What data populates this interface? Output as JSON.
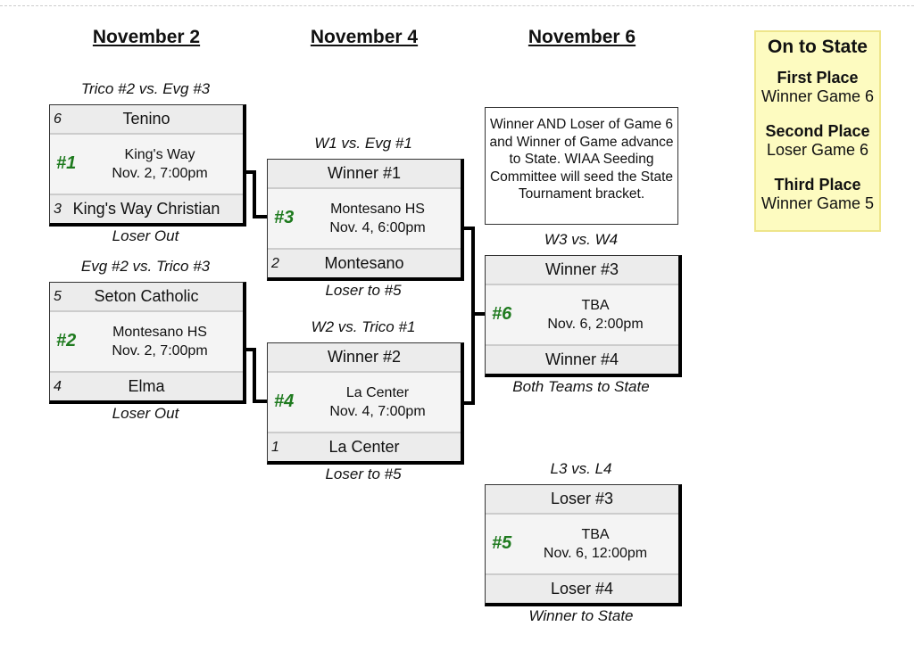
{
  "headers": [
    "November 2",
    "November 4",
    "November 6"
  ],
  "games": [
    {
      "id": "g1",
      "label": "Trico #2 vs. Evg #3",
      "num": "#1",
      "top": {
        "seed": "6",
        "team": "Tenino"
      },
      "loc": "King's Way",
      "time": "Nov. 2, 7:00pm",
      "bottom": {
        "seed": "3",
        "team": "King's Way Christian"
      },
      "note": "Loser Out"
    },
    {
      "id": "g2",
      "label": "Evg #2 vs. Trico #3",
      "num": "#2",
      "top": {
        "seed": "5",
        "team": "Seton Catholic"
      },
      "loc": "Montesano HS",
      "time": "Nov. 2, 7:00pm",
      "bottom": {
        "seed": "4",
        "team": "Elma"
      },
      "note": "Loser Out"
    },
    {
      "id": "g3",
      "label": "W1 vs. Evg #1",
      "num": "#3",
      "top": {
        "seed": "",
        "team": "Winner #1"
      },
      "loc": "Montesano HS",
      "time": "Nov. 4, 6:00pm",
      "bottom": {
        "seed": "2",
        "team": "Montesano"
      },
      "note": "Loser to #5"
    },
    {
      "id": "g4",
      "label": "W2 vs. Trico #1",
      "num": "#4",
      "top": {
        "seed": "",
        "team": "Winner #2"
      },
      "loc": "La Center",
      "time": "Nov. 4, 7:00pm",
      "bottom": {
        "seed": "1",
        "team": "La Center"
      },
      "note": "Loser to #5"
    },
    {
      "id": "g6",
      "label": "W3 vs. W4",
      "num": "#6",
      "top": {
        "seed": "",
        "team": "Winner #3"
      },
      "loc": "TBA",
      "time": "Nov. 6, 2:00pm",
      "bottom": {
        "seed": "",
        "team": "Winner #4"
      },
      "note": "Both Teams to State"
    },
    {
      "id": "g5",
      "label": "L3 vs. L4",
      "num": "#5",
      "top": {
        "seed": "",
        "team": "Loser #3"
      },
      "loc": "TBA",
      "time": "Nov. 6, 12:00pm",
      "bottom": {
        "seed": "",
        "team": "Loser #4"
      },
      "note": "Winner to State"
    }
  ],
  "note": "Winner AND Loser of Game 6 and Winner of Game advance to State. WIAA Seeding Committee will seed the State Tournament bracket.",
  "state": {
    "title": "On to State",
    "places": [
      {
        "place": "First Place",
        "value": "Winner Game 6"
      },
      {
        "place": "Second Place",
        "value": "Loser Game 6"
      },
      {
        "place": "Third Place",
        "value": "Winner Game 5"
      }
    ]
  },
  "colors": {
    "game_number": "#1e7a1e",
    "state_bg": "#fdfbc0"
  }
}
